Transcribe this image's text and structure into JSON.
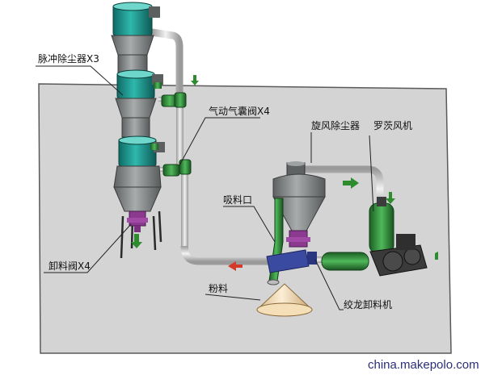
{
  "labels": {
    "pulse_dust_collector": "脉冲除尘器X3",
    "pneumatic_airbag_valve": "气动气囊阀X4",
    "cyclone_dust_collector": "旋风除尘器",
    "roots_blower": "罗茨风机",
    "suction_inlet": "吸料口",
    "discharge_valve": "卸料阀X4",
    "powder": "粉料",
    "screw_discharger": "绞龙卸料机"
  },
  "watermark": "china.makepolo.com",
  "colors": {
    "floor": "#d4d4d4",
    "tank_teal": "#1f9c93",
    "hopper_gray": "#8a8e8e",
    "pipe": "#c8c8c8",
    "valve_green": "#2f8a3a",
    "valve_purple": "#8b3a8f",
    "flow_arrow": "#2e8b2e"
  }
}
